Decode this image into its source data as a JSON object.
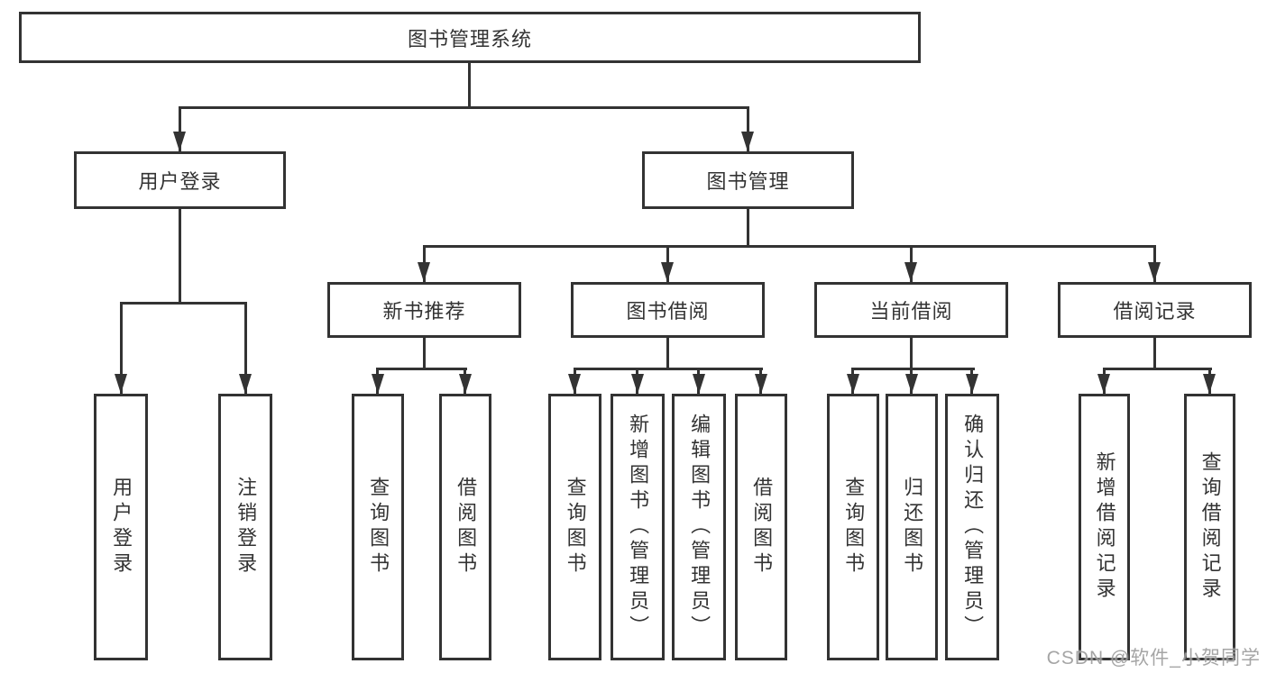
{
  "diagram": {
    "title": "图书管理系统",
    "tree": {
      "label": "图书管理系统",
      "children": [
        {
          "label": "用户登录",
          "children": [
            {
              "label": "用户登录"
            },
            {
              "label": "注销登录"
            }
          ]
        },
        {
          "label": "图书管理",
          "children": [
            {
              "label": "新书推荐",
              "children": [
                {
                  "label": "查询图书"
                },
                {
                  "label": "借阅图书"
                }
              ]
            },
            {
              "label": "图书借阅",
              "children": [
                {
                  "label": "查询图书"
                },
                {
                  "label": "新增图书（管理员）"
                },
                {
                  "label": "编辑图书（管理员）"
                },
                {
                  "label": "借阅图书"
                }
              ]
            },
            {
              "label": "当前借阅",
              "children": [
                {
                  "label": "查询图书"
                },
                {
                  "label": "归还图书"
                },
                {
                  "label": "确认归还（管理员）"
                }
              ]
            },
            {
              "label": "借阅记录",
              "children": [
                {
                  "label": "新增借阅记录"
                },
                {
                  "label": "查询借阅记录"
                }
              ]
            }
          ]
        }
      ]
    },
    "colors": {
      "line": "#333333",
      "text": "#333333",
      "background": "#ffffff",
      "watermark": "#9c9c9c"
    }
  },
  "watermark": {
    "text": "CSDN @软件_小贺同学"
  }
}
